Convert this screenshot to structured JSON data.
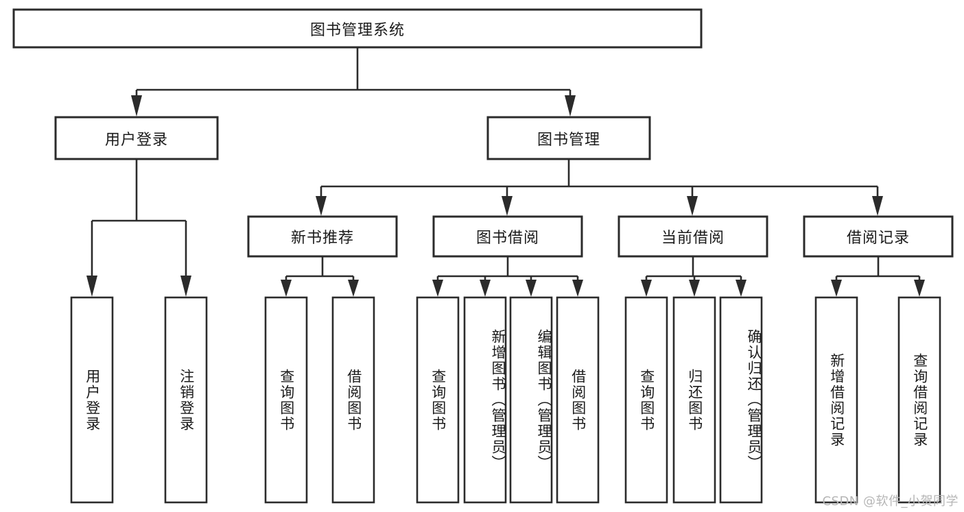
{
  "diagram": {
    "type": "hierarchy-tree",
    "root": {
      "id": "root",
      "label": "图书管理系统",
      "orientation": "horizontal"
    },
    "level2": [
      {
        "id": "user-login",
        "label": "用户登录",
        "orientation": "horizontal"
      },
      {
        "id": "book-manage",
        "label": "图书管理",
        "orientation": "horizontal"
      }
    ],
    "level3": [
      {
        "id": "new-book-recommend",
        "label": "新书推荐",
        "orientation": "horizontal",
        "parent": "book-manage"
      },
      {
        "id": "book-borrow",
        "label": "图书借阅",
        "orientation": "horizontal",
        "parent": "book-manage"
      },
      {
        "id": "current-borrow",
        "label": "当前借阅",
        "orientation": "horizontal",
        "parent": "book-manage"
      },
      {
        "id": "borrow-record",
        "label": "借阅记录",
        "orientation": "horizontal",
        "parent": "book-manage"
      }
    ],
    "leaves": [
      {
        "id": "leaf-user-login",
        "label": "用户登录",
        "parent": "user-login"
      },
      {
        "id": "leaf-logout-login",
        "label": "注销登录",
        "parent": "user-login"
      },
      {
        "id": "leaf-query-book-1",
        "label": "查询图书",
        "parent": "new-book-recommend"
      },
      {
        "id": "leaf-borrow-book-1",
        "label": "借阅图书",
        "parent": "new-book-recommend"
      },
      {
        "id": "leaf-query-book-2",
        "label": "查询图书",
        "parent": "book-borrow"
      },
      {
        "id": "leaf-add-book",
        "label": "新增图书（管理员）",
        "parent": "book-borrow"
      },
      {
        "id": "leaf-edit-book",
        "label": "编辑图书（管理员）",
        "parent": "book-borrow"
      },
      {
        "id": "leaf-borrow-book-2",
        "label": "借阅图书",
        "parent": "book-borrow"
      },
      {
        "id": "leaf-query-book-3",
        "label": "查询图书",
        "parent": "current-borrow"
      },
      {
        "id": "leaf-return-book",
        "label": "归还图书",
        "parent": "current-borrow"
      },
      {
        "id": "leaf-confirm-return",
        "label": "确认归还（管理员）",
        "parent": "current-borrow"
      },
      {
        "id": "leaf-add-record",
        "label": "新增借阅记录",
        "parent": "borrow-record"
      },
      {
        "id": "leaf-query-record",
        "label": "查询借阅记录",
        "parent": "borrow-record"
      }
    ],
    "colors": {
      "stroke": "#2b2b2b",
      "fill": "#ffffff",
      "text": "#1b1b1b",
      "watermark": "#b6b6b6",
      "background": "#ffffff"
    }
  },
  "watermark": {
    "text": "CSDN @软件_小贺同学"
  }
}
